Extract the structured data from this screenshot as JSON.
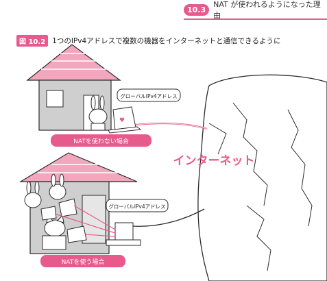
{
  "header": {
    "section_number": "10.3",
    "section_title": "NAT が使われるようになった理由"
  },
  "figure": {
    "badge": "図 10.2",
    "caption": "1つのIPv4アドレスで複数の機器をインターネットと通信できるように"
  },
  "diagram": {
    "top_bubble": "グローバルIPv4アドレス",
    "top_label": "NATを使わない場合",
    "bottom_bubble": "グローバルIPv4アドレス",
    "bottom_label": "NATを使う場合",
    "internet_label": "インターネット"
  },
  "colors": {
    "accent": "#e75a8c",
    "roof": "#f2a7bf",
    "wall": "#cfcfcf",
    "line": "#2a2a2a"
  }
}
